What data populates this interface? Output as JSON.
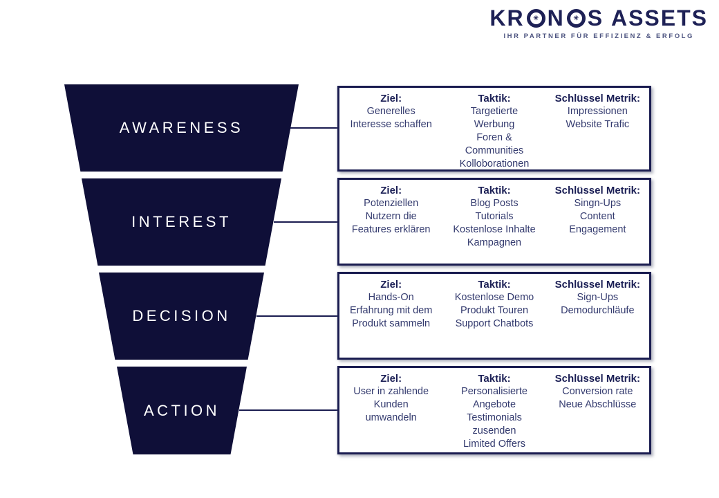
{
  "logo": {
    "name": "KRONOS ASSETS",
    "tagline": "IHR PARTNER FÜR EFFIZIENZ & ERFOLG",
    "o_icon_glyph": "✳"
  },
  "colors": {
    "funnel_fill": "#0f0f38",
    "box_border": "#1a1c50",
    "heading_text": "#1b1f55",
    "body_text": "#333a6e",
    "logo_navy": "#1e2156"
  },
  "funnel": {
    "stages": [
      {
        "label": "AWARENESS"
      },
      {
        "label": "INTEREST"
      },
      {
        "label": "DECISION"
      },
      {
        "label": "ACTION"
      }
    ]
  },
  "boxes": [
    {
      "stage": "AWARENESS",
      "columns": [
        {
          "heading": "Ziel:",
          "lines": [
            "Generelles",
            "Interesse schaffen"
          ]
        },
        {
          "heading": "Taktik:",
          "lines": [
            "Targetierte",
            "Werbung",
            "Foren &",
            "Communities",
            "Kolloborationen"
          ]
        },
        {
          "heading": "Schlüssel Metrik:",
          "lines": [
            "Impressionen",
            "Website Trafic"
          ]
        }
      ]
    },
    {
      "stage": "INTEREST",
      "columns": [
        {
          "heading": "Ziel:",
          "lines": [
            "Potenziellen",
            "Nutzern die",
            "Features erklären"
          ]
        },
        {
          "heading": "Taktik:",
          "lines": [
            "Blog Posts",
            "Tutorials",
            "Kostenlose Inhalte",
            "Kampagnen"
          ]
        },
        {
          "heading": "Schlüssel Metrik:",
          "lines": [
            "Singn-Ups",
            "Content",
            "Engagement"
          ]
        }
      ]
    },
    {
      "stage": "DECISION",
      "columns": [
        {
          "heading": "Ziel:",
          "lines": [
            "Hands-On",
            "Erfahrung mit dem",
            "Produkt sammeln"
          ]
        },
        {
          "heading": "Taktik:",
          "lines": [
            "Kostenlose Demo",
            "Produkt Touren",
            "Support Chatbots"
          ]
        },
        {
          "heading": "Schlüssel Metrik:",
          "lines": [
            "Sign-Ups",
            "Demodurchläufe"
          ]
        }
      ]
    },
    {
      "stage": "ACTION",
      "columns": [
        {
          "heading": "Ziel:",
          "lines": [
            "User in zahlende",
            "Kunden",
            "umwandeln"
          ]
        },
        {
          "heading": "Taktik:",
          "lines": [
            "Personalisierte",
            "Angebote",
            "Testimonials",
            "zusenden",
            "Limited Offers"
          ]
        },
        {
          "heading": "Schlüssel Metrik:",
          "lines": [
            "Conversion rate",
            "Neue Abschlüsse"
          ]
        }
      ]
    }
  ]
}
